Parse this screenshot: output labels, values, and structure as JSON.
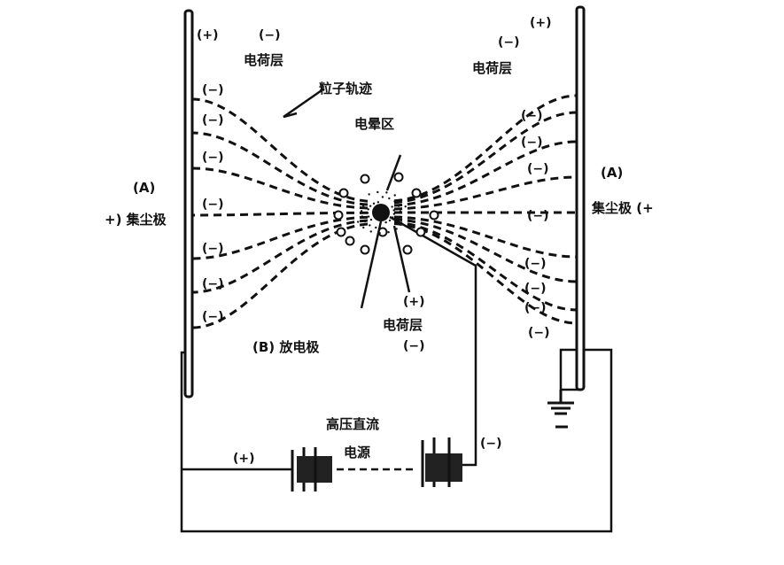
{
  "labels": {
    "charge_layer_left": "电荷层",
    "charge_layer_right": "电荷层",
    "charge_layer_center": "电荷层",
    "particle_trajectory": "粒子轨迹",
    "corona_zone": "电晕区",
    "collector_a_left": "(A)",
    "collector_left": "+) 集尘极",
    "collector_a_right": "(A)",
    "collector_right": "集尘极 (+",
    "discharge_electrode": "(B) 放电极",
    "power_supply_line1": "高压直流",
    "power_supply_line2": "电源",
    "plus": "(+)",
    "minus": "(−)"
  },
  "colors": {
    "ink": "#111111",
    "background": "#ffffff"
  }
}
